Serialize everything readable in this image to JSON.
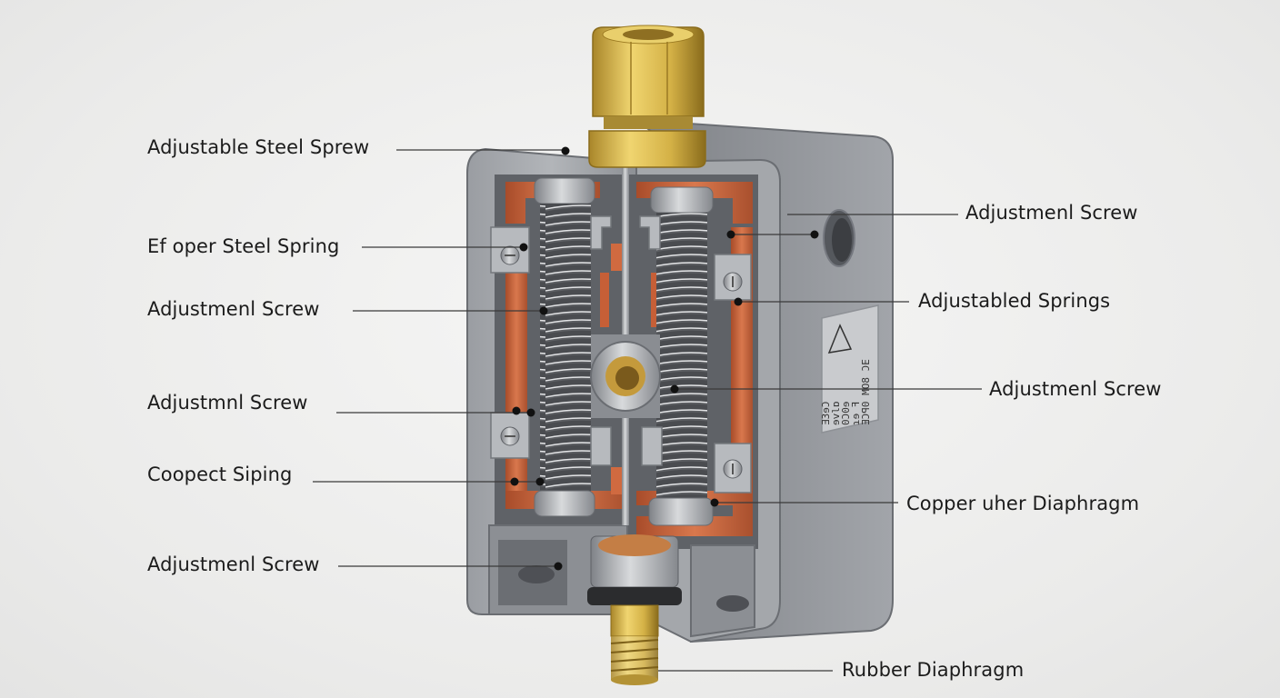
{
  "diagram": {
    "labels": [
      {
        "id": "left-1",
        "text": "Adjustable Steel Sprew"
      },
      {
        "id": "left-2",
        "text": "Ef oper Steel Spring"
      },
      {
        "id": "left-3",
        "text": "Adjustmenl Screw"
      },
      {
        "id": "left-4",
        "text": "Adjustmnl Screw"
      },
      {
        "id": "left-5",
        "text": "Coopect Siping"
      },
      {
        "id": "left-6",
        "text": "Adjustmenl Screw"
      },
      {
        "id": "right-1",
        "text": "Adjustmenl Screw"
      },
      {
        "id": "right-2",
        "text": "Adjustabled Springs"
      },
      {
        "id": "right-3",
        "text": "Adjustmenl Screw"
      },
      {
        "id": "right-4",
        "text": "Copper uher Diaphragm"
      },
      {
        "id": "bottom-1",
        "text": "Rubber Diaphragm"
      }
    ],
    "plate_text": [
      "Ǝ3ɘƆ",
      "ɘvlɒ",
      "0Ɔ0ɘ",
      "ɿɘ ꟻ",
      "ƎƆꟼ0 MO8 ƆE"
    ],
    "colors": {
      "housing": "#8f9297",
      "copper": "#c9663f",
      "brass": "#d9b84a",
      "spring": "#a7a9ad",
      "leader": "#3a3a3a"
    }
  }
}
